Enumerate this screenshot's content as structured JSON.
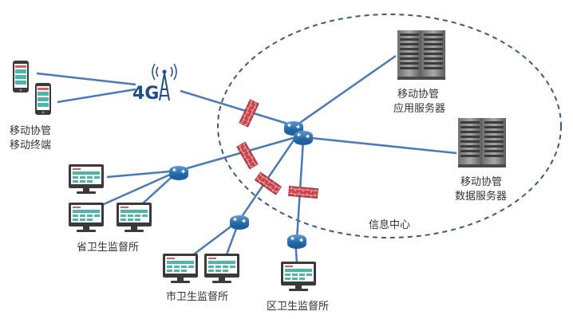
{
  "labels": {
    "mobile_terminal_line1": "移动协管",
    "mobile_terminal_line2": "移动终端",
    "app_server_line1": "移动协管",
    "app_server_line2": "应用服务器",
    "db_server_line1": "移动协管",
    "db_server_line2": "数据服务器",
    "info_center": "信息中心",
    "province": "省卫生监督所",
    "city": "市卫生监督所",
    "district": "区卫生监督所",
    "network_4g": "4G"
  },
  "colors": {
    "link": "#4a7ab5",
    "router": "#3a78b5",
    "firewall": "#c2424a",
    "dashed_boundary": "#3a5a80",
    "server": "#8a8a8a",
    "monitor": "#3a3a3a",
    "screen_accent": "#4db6ac",
    "screen_alert": "#e05a5a"
  },
  "icons": {
    "router": "router-icon",
    "firewall": "firewall-icon",
    "server": "server-rack-icon",
    "monitor": "desktop-monitor-icon",
    "phone": "mobile-phone-icon",
    "tower": "cell-tower-icon"
  }
}
